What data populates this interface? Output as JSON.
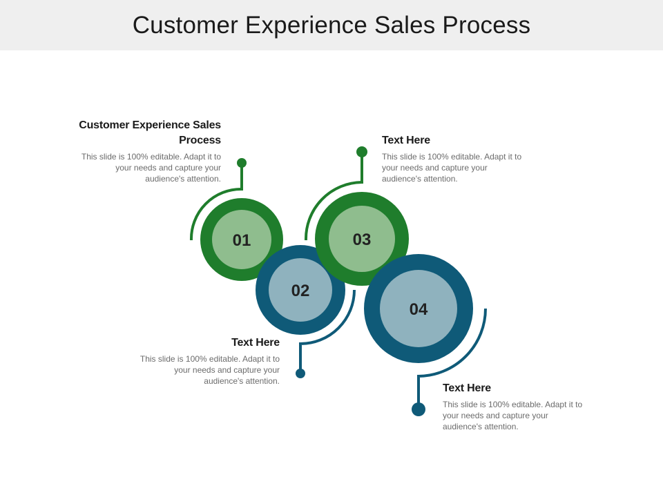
{
  "title": "Customer Experience Sales Process",
  "colors": {
    "green_dark": "#1f7d2c",
    "green_light": "#8fbd8e",
    "teal_dark": "#0f5a78",
    "teal_light": "#8fb2be",
    "title_bg": "#efefef"
  },
  "steps": [
    {
      "number": "01",
      "heading": "Customer Experience Sales Process",
      "body": "This slide is 100% editable. Adapt it to your needs and capture your audience's attention."
    },
    {
      "number": "02",
      "heading": "Text Here",
      "body": "This slide is 100% editable. Adapt it to your needs and capture your audience's attention."
    },
    {
      "number": "03",
      "heading": "Text Here",
      "body": "This slide is 100% editable. Adapt it to your needs and capture your audience's attention."
    },
    {
      "number": "04",
      "heading": "Text Here",
      "body": "This slide is 100% editable. Adapt it to your needs and capture your audience's attention."
    }
  ]
}
